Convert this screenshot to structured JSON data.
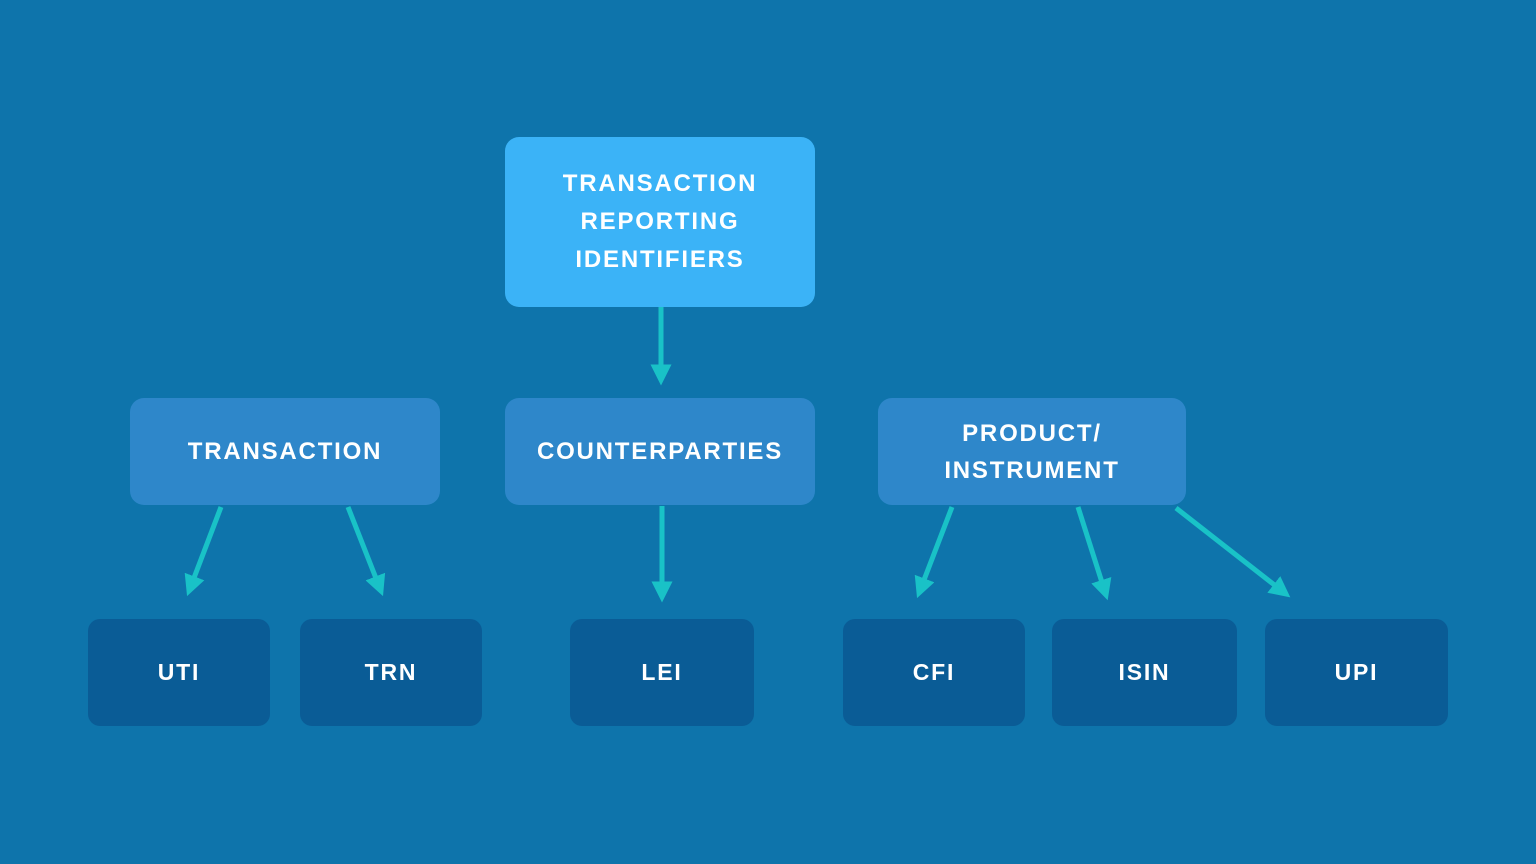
{
  "colors": {
    "bg": "#0E74AB",
    "root": "#3BB3F7",
    "branch": "#2E87CA",
    "leaf": "#0A5C96",
    "arrow": "#19C2C7",
    "text": "#FFFFFF"
  },
  "nodes": {
    "root": "TRANSACTION REPORTING IDENTIFIERS",
    "transaction": "TRANSACTION",
    "counterparties": "COUNTERPARTIES",
    "product": "PRODUCT/ INSTRUMENT",
    "uti": "UTI",
    "trn": "TRN",
    "lei": "LEI",
    "cfi": "CFI",
    "isin": "ISIN",
    "upi": "UPI"
  },
  "edges": [
    {
      "from": "root",
      "to": "counterparties"
    },
    {
      "from": "transaction",
      "to": "uti"
    },
    {
      "from": "transaction",
      "to": "trn"
    },
    {
      "from": "counterparties",
      "to": "lei"
    },
    {
      "from": "product",
      "to": "cfi"
    },
    {
      "from": "product",
      "to": "isin"
    },
    {
      "from": "product",
      "to": "upi"
    }
  ]
}
